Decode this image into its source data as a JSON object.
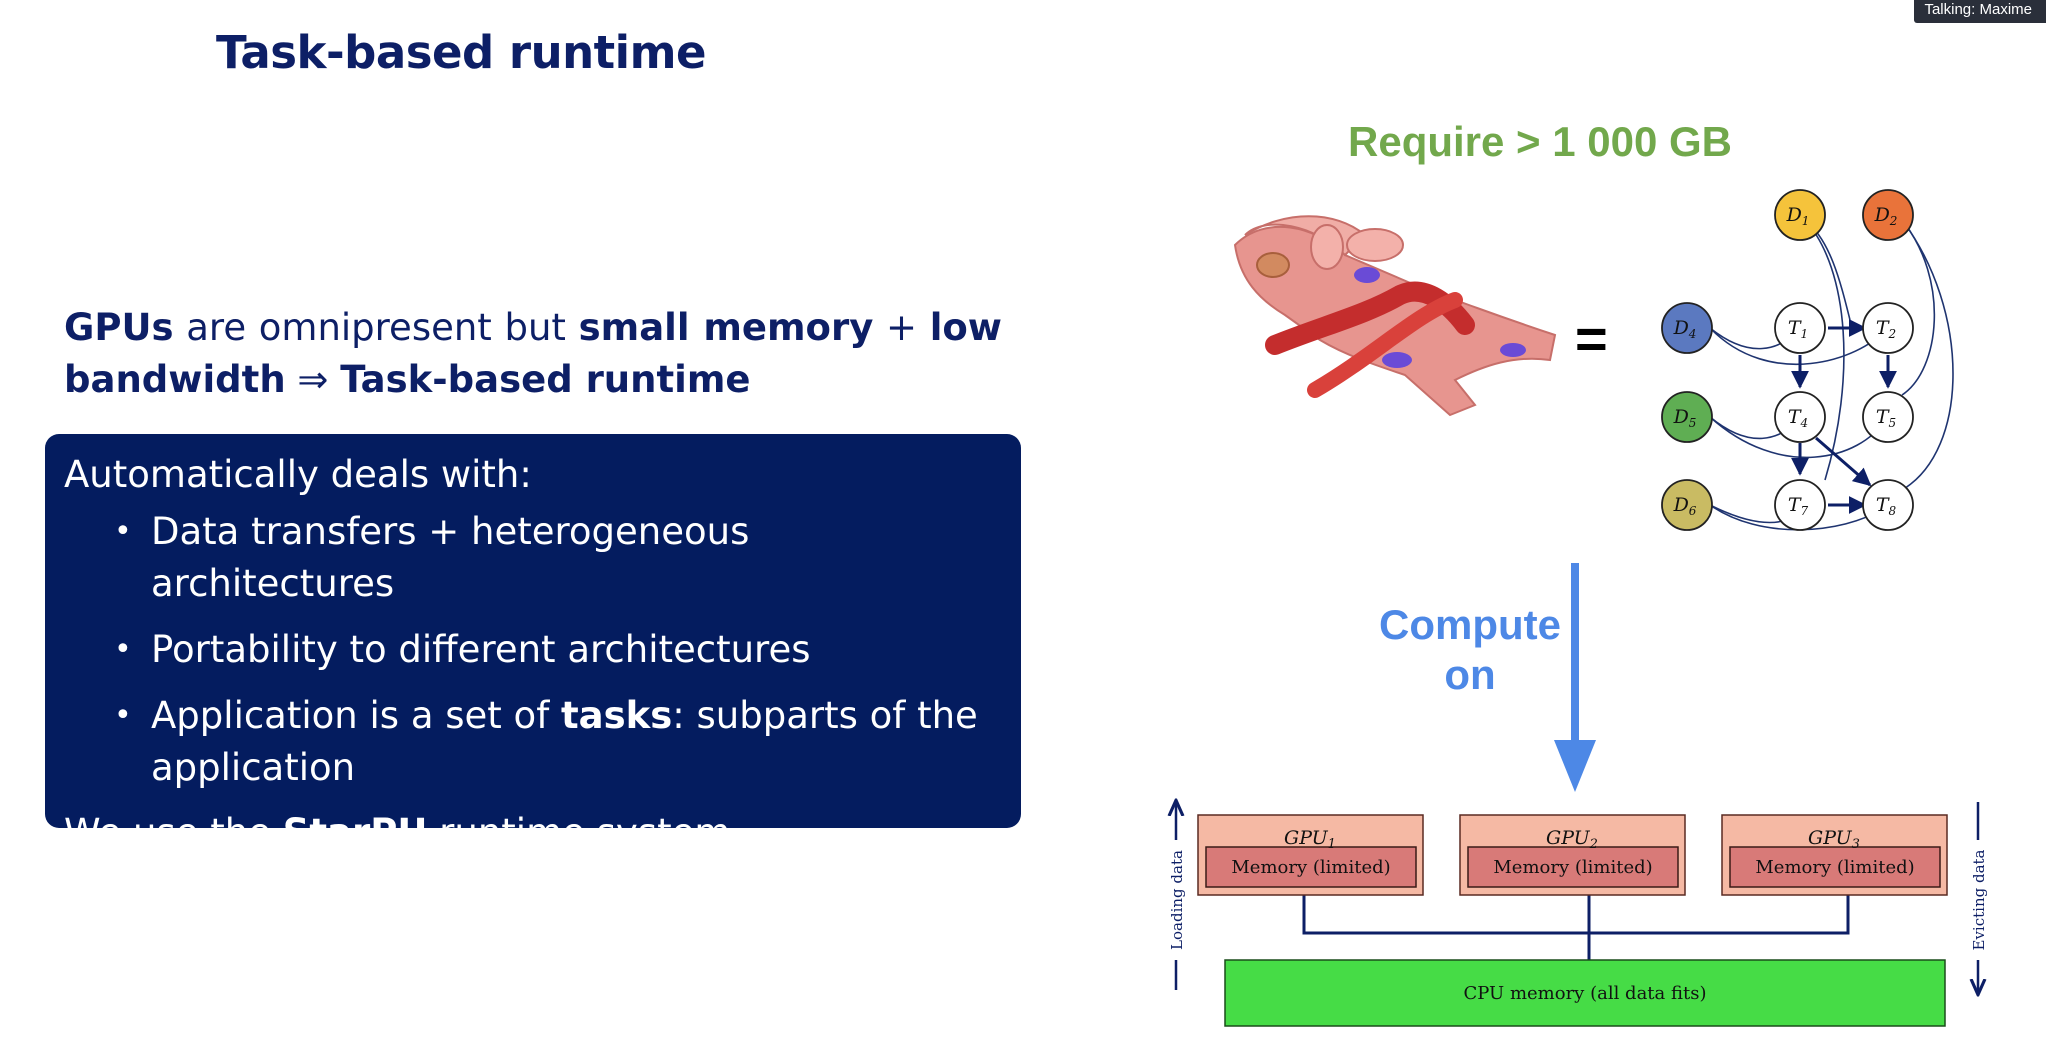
{
  "meeting": {
    "talking_indicator": "Talking: Maxime"
  },
  "slide": {
    "title": "Task-based runtime",
    "intro": {
      "gpus": "GPUs",
      "are_omnipresent_but": " are omnipresent but ",
      "small_memory": "small memory",
      "plus": " + ",
      "low_bandwidth": "low bandwidth",
      "implies": " ⇒ ",
      "task_based_runtime": "Task-based runtime"
    },
    "box": {
      "heading": "Automatically deals with:",
      "bullet_1": "Data transfers + heterogeneous architectures",
      "bullet_2": "Portability to different architectures",
      "bullet_3_prefix": "Application is a set of ",
      "bullet_3_bold": "tasks",
      "bullet_3_suffix": ": subparts of the application",
      "footer_prefix": "We use the ",
      "footer_bold": "StarPU",
      "footer_suffix": " runtime system"
    }
  },
  "figure": {
    "require_label": "Require > 1 000 GB",
    "equals": "=",
    "compute_label_line1": "Compute",
    "compute_label_line2": "on",
    "graph": {
      "data_nodes": [
        {
          "base": "D",
          "sub": "1",
          "color": "#f5c33b"
        },
        {
          "base": "D",
          "sub": "2",
          "color": "#e9733a"
        },
        {
          "base": "D",
          "sub": "4",
          "color": "#5b79c0"
        },
        {
          "base": "D",
          "sub": "5",
          "color": "#5fae53"
        },
        {
          "base": "D",
          "sub": "6",
          "color": "#c9bb63"
        }
      ],
      "task_nodes": [
        {
          "base": "T",
          "sub": "1"
        },
        {
          "base": "T",
          "sub": "2"
        },
        {
          "base": "T",
          "sub": "4"
        },
        {
          "base": "T",
          "sub": "5"
        },
        {
          "base": "T",
          "sub": "7"
        },
        {
          "base": "T",
          "sub": "8"
        }
      ]
    },
    "memory": {
      "gpus": [
        {
          "base": "GPU",
          "sub": "1",
          "memory": "Memory (limited)"
        },
        {
          "base": "GPU",
          "sub": "2",
          "memory": "Memory (limited)"
        },
        {
          "base": "GPU",
          "sub": "3",
          "memory": "Memory (limited)"
        }
      ],
      "cpu": "CPU memory (all data fits)",
      "loading": "Loading data",
      "evicting": "Evicting data",
      "colors": {
        "gpu_outer": "#f5b9a4",
        "gpu_inner": "#d87a78",
        "cpu": "#46dc46",
        "line": "#0d1f66"
      }
    }
  }
}
